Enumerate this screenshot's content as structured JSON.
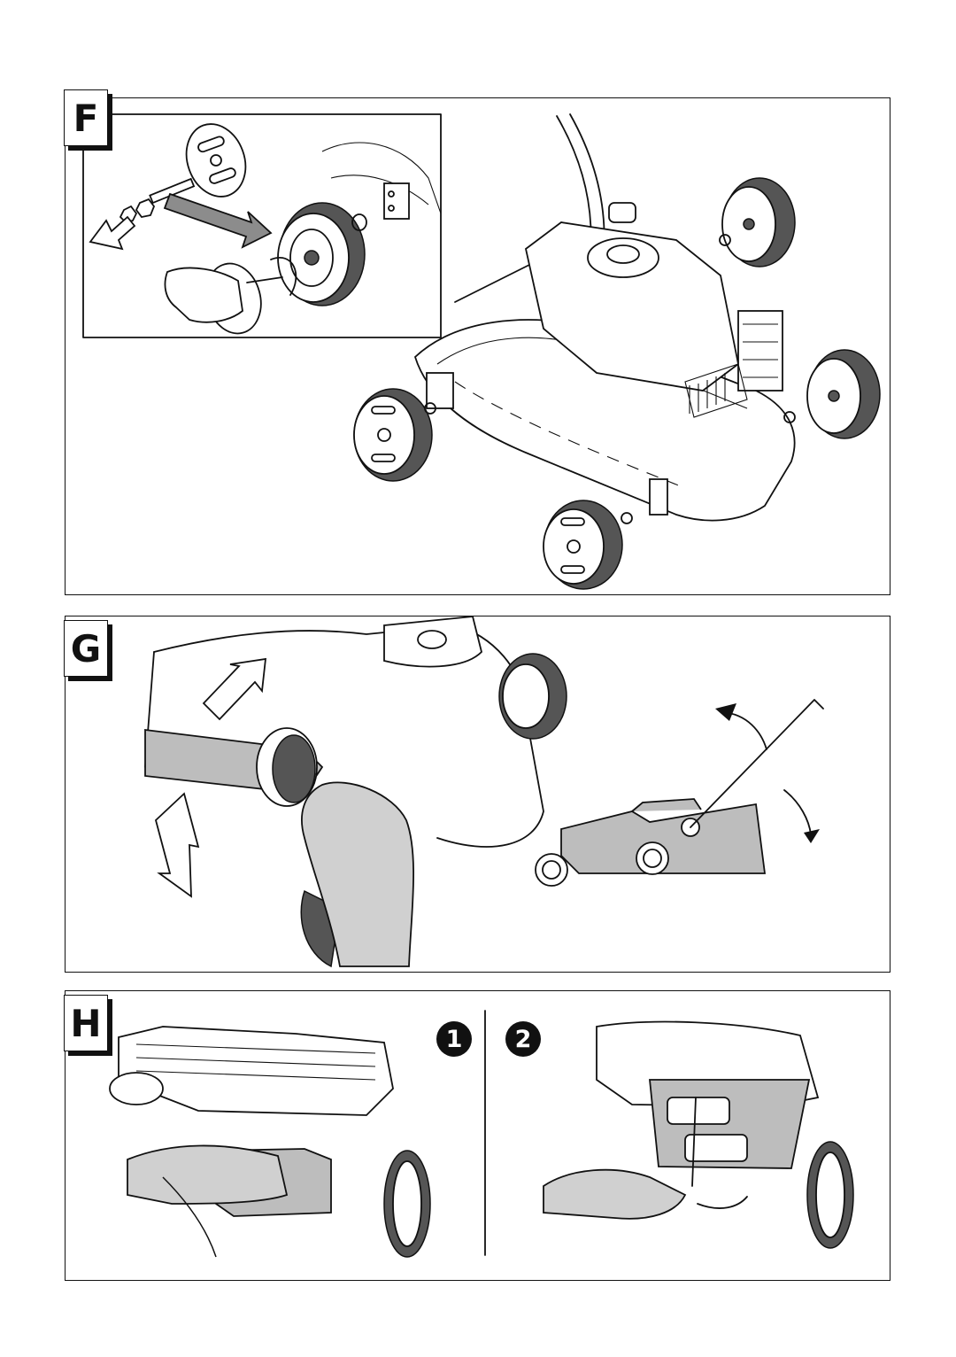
{
  "sections": {
    "f": {
      "label": "F"
    },
    "g": {
      "label": "G"
    },
    "h": {
      "label": "H",
      "steps": [
        "1",
        "2"
      ]
    }
  },
  "icons": [
    "arrow-icon",
    "curved-arrow-icon",
    "double-arrow-icon",
    "hand-icon"
  ],
  "colors": {
    "ink": "#111111",
    "fill_gray": "#bdbdbd",
    "fill_dark": "#555555"
  }
}
